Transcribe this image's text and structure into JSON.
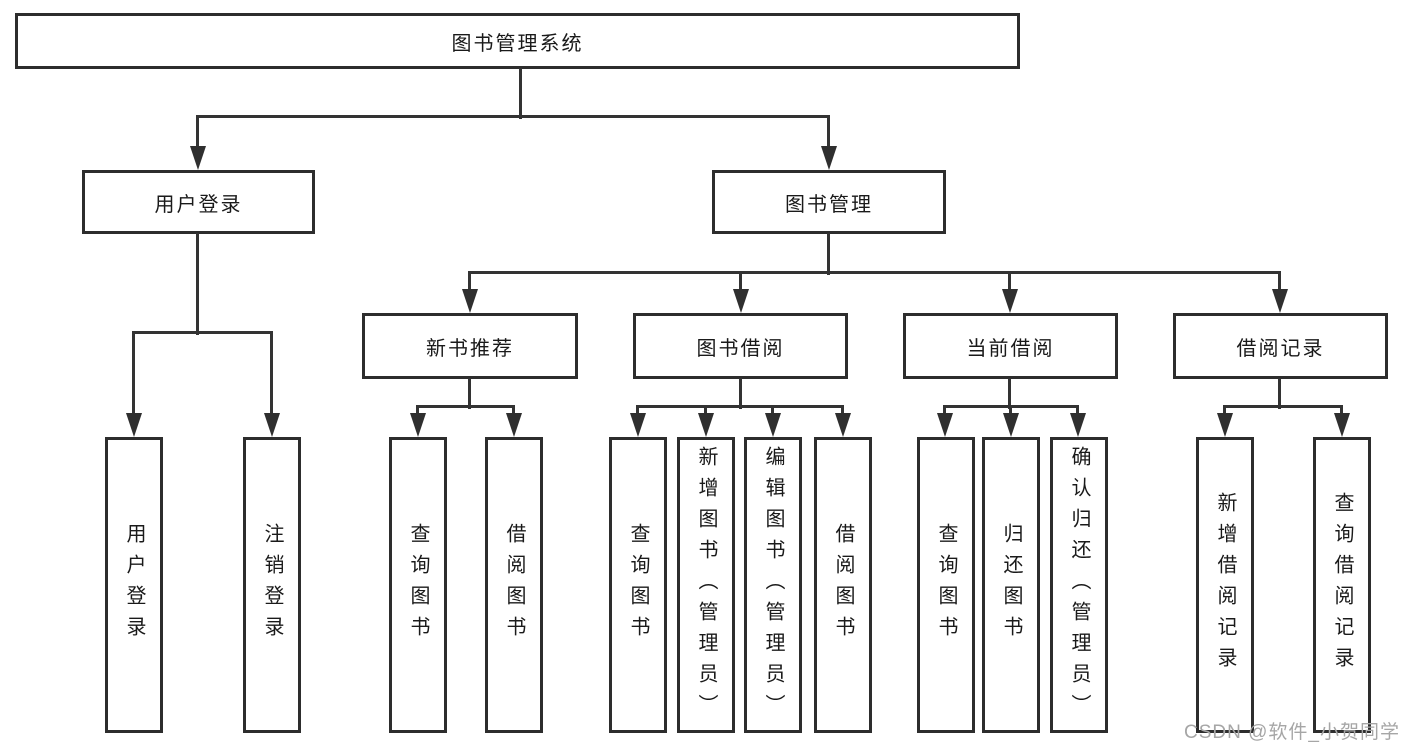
{
  "diagram": {
    "root": {
      "label": "图书管理系统"
    },
    "level2": [
      {
        "label": "用户登录"
      },
      {
        "label": "图书管理"
      }
    ],
    "level3": [
      {
        "label": "新书推荐",
        "parent": "图书管理"
      },
      {
        "label": "图书借阅",
        "parent": "图书管理"
      },
      {
        "label": "当前借阅",
        "parent": "图书管理"
      },
      {
        "label": "借阅记录",
        "parent": "图书管理"
      }
    ],
    "leaves": [
      {
        "label": "用户登录",
        "parent": "用户登录"
      },
      {
        "label": "注销登录",
        "parent": "用户登录"
      },
      {
        "label": "查询图书",
        "parent": "新书推荐"
      },
      {
        "label": "借阅图书",
        "parent": "新书推荐"
      },
      {
        "label": "查询图书",
        "parent": "图书借阅"
      },
      {
        "label": "新增图书（管理员）",
        "parent": "图书借阅"
      },
      {
        "label": "编辑图书（管理员）",
        "parent": "图书借阅"
      },
      {
        "label": "借阅图书",
        "parent": "图书借阅"
      },
      {
        "label": "查询图书",
        "parent": "当前借阅"
      },
      {
        "label": "归还图书",
        "parent": "当前借阅"
      },
      {
        "label": "确认归还（管理员）",
        "parent": "当前借阅"
      },
      {
        "label": "新增借阅记录",
        "parent": "借阅记录"
      },
      {
        "label": "查询借阅记录",
        "parent": "借阅记录"
      }
    ],
    "watermark": "CSDN @软件_小贺同学",
    "colors": {
      "line": "#333333",
      "box_border": "#2d2d2d",
      "text": "#1a1a1a",
      "watermark": "#a6a6a6",
      "background": "#ffffff"
    }
  }
}
